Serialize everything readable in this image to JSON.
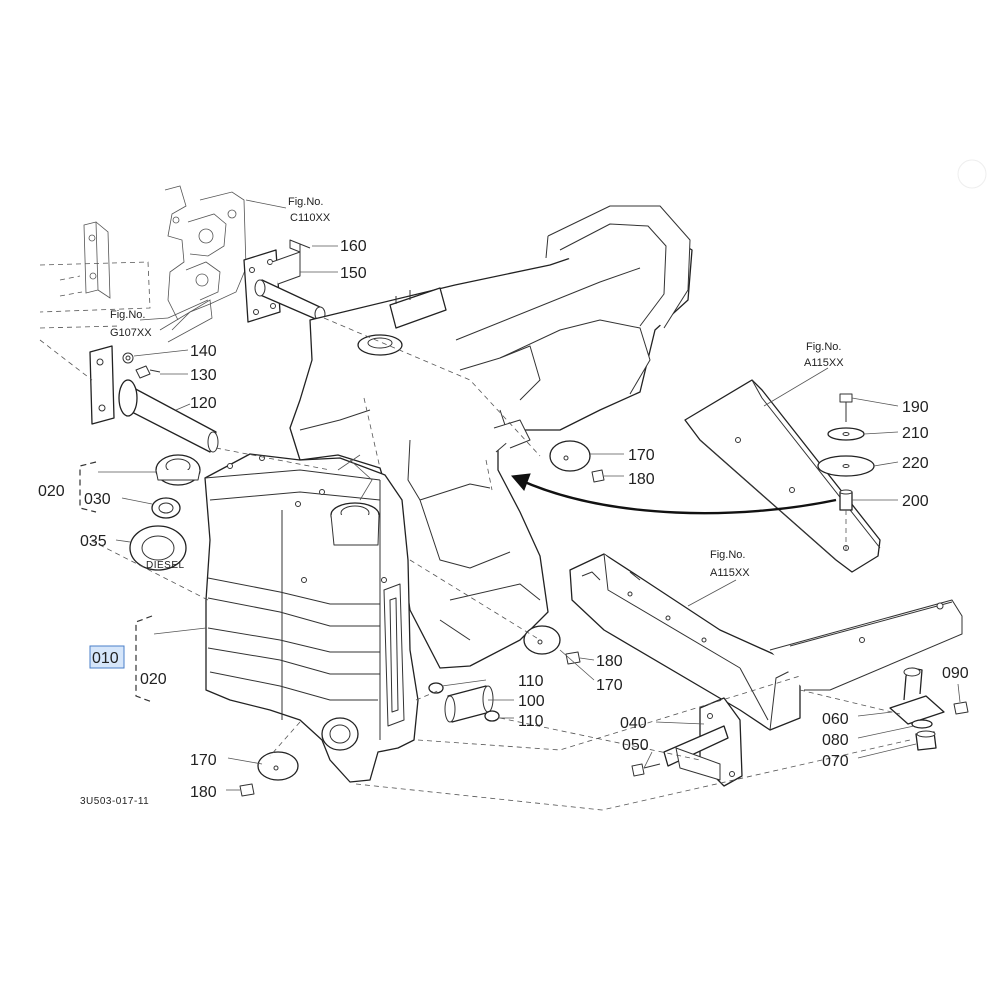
{
  "diagram_code": "3U503-017-11",
  "figure_refs": {
    "c110": {
      "prefix": "Fig.No.",
      "code": "C110XX"
    },
    "g107": {
      "prefix": "Fig.No.",
      "code": "G107XX"
    },
    "a115_top": {
      "prefix": "Fig.No.",
      "code": "A115XX"
    },
    "a115_mid": {
      "prefix": "Fig.No.",
      "code": "A115XX"
    }
  },
  "callouts": {
    "p160": "160",
    "p150": "150",
    "p140": "140",
    "p130": "130",
    "p120": "120",
    "p020_upper": "020",
    "p030": "030",
    "p035": "035",
    "p010": "010",
    "p020_lower": "020",
    "p170_a": "170",
    "p180_a": "180",
    "p190": "190",
    "p210": "210",
    "p220": "220",
    "p200": "200",
    "p180_b": "180",
    "p170_b": "170",
    "p110_a": "110",
    "p100": "100",
    "p110_b": "110",
    "p040": "040",
    "p050": "050",
    "p090": "090",
    "p060": "060",
    "p080": "080",
    "p070": "070",
    "p170_c": "170",
    "p180_c": "180"
  },
  "cap_label": "DIESEL",
  "selected_callout": "010",
  "colors": {
    "highlight": "#d6e6fa",
    "highlight_border": "#4a7fc8",
    "line": "#222222"
  }
}
